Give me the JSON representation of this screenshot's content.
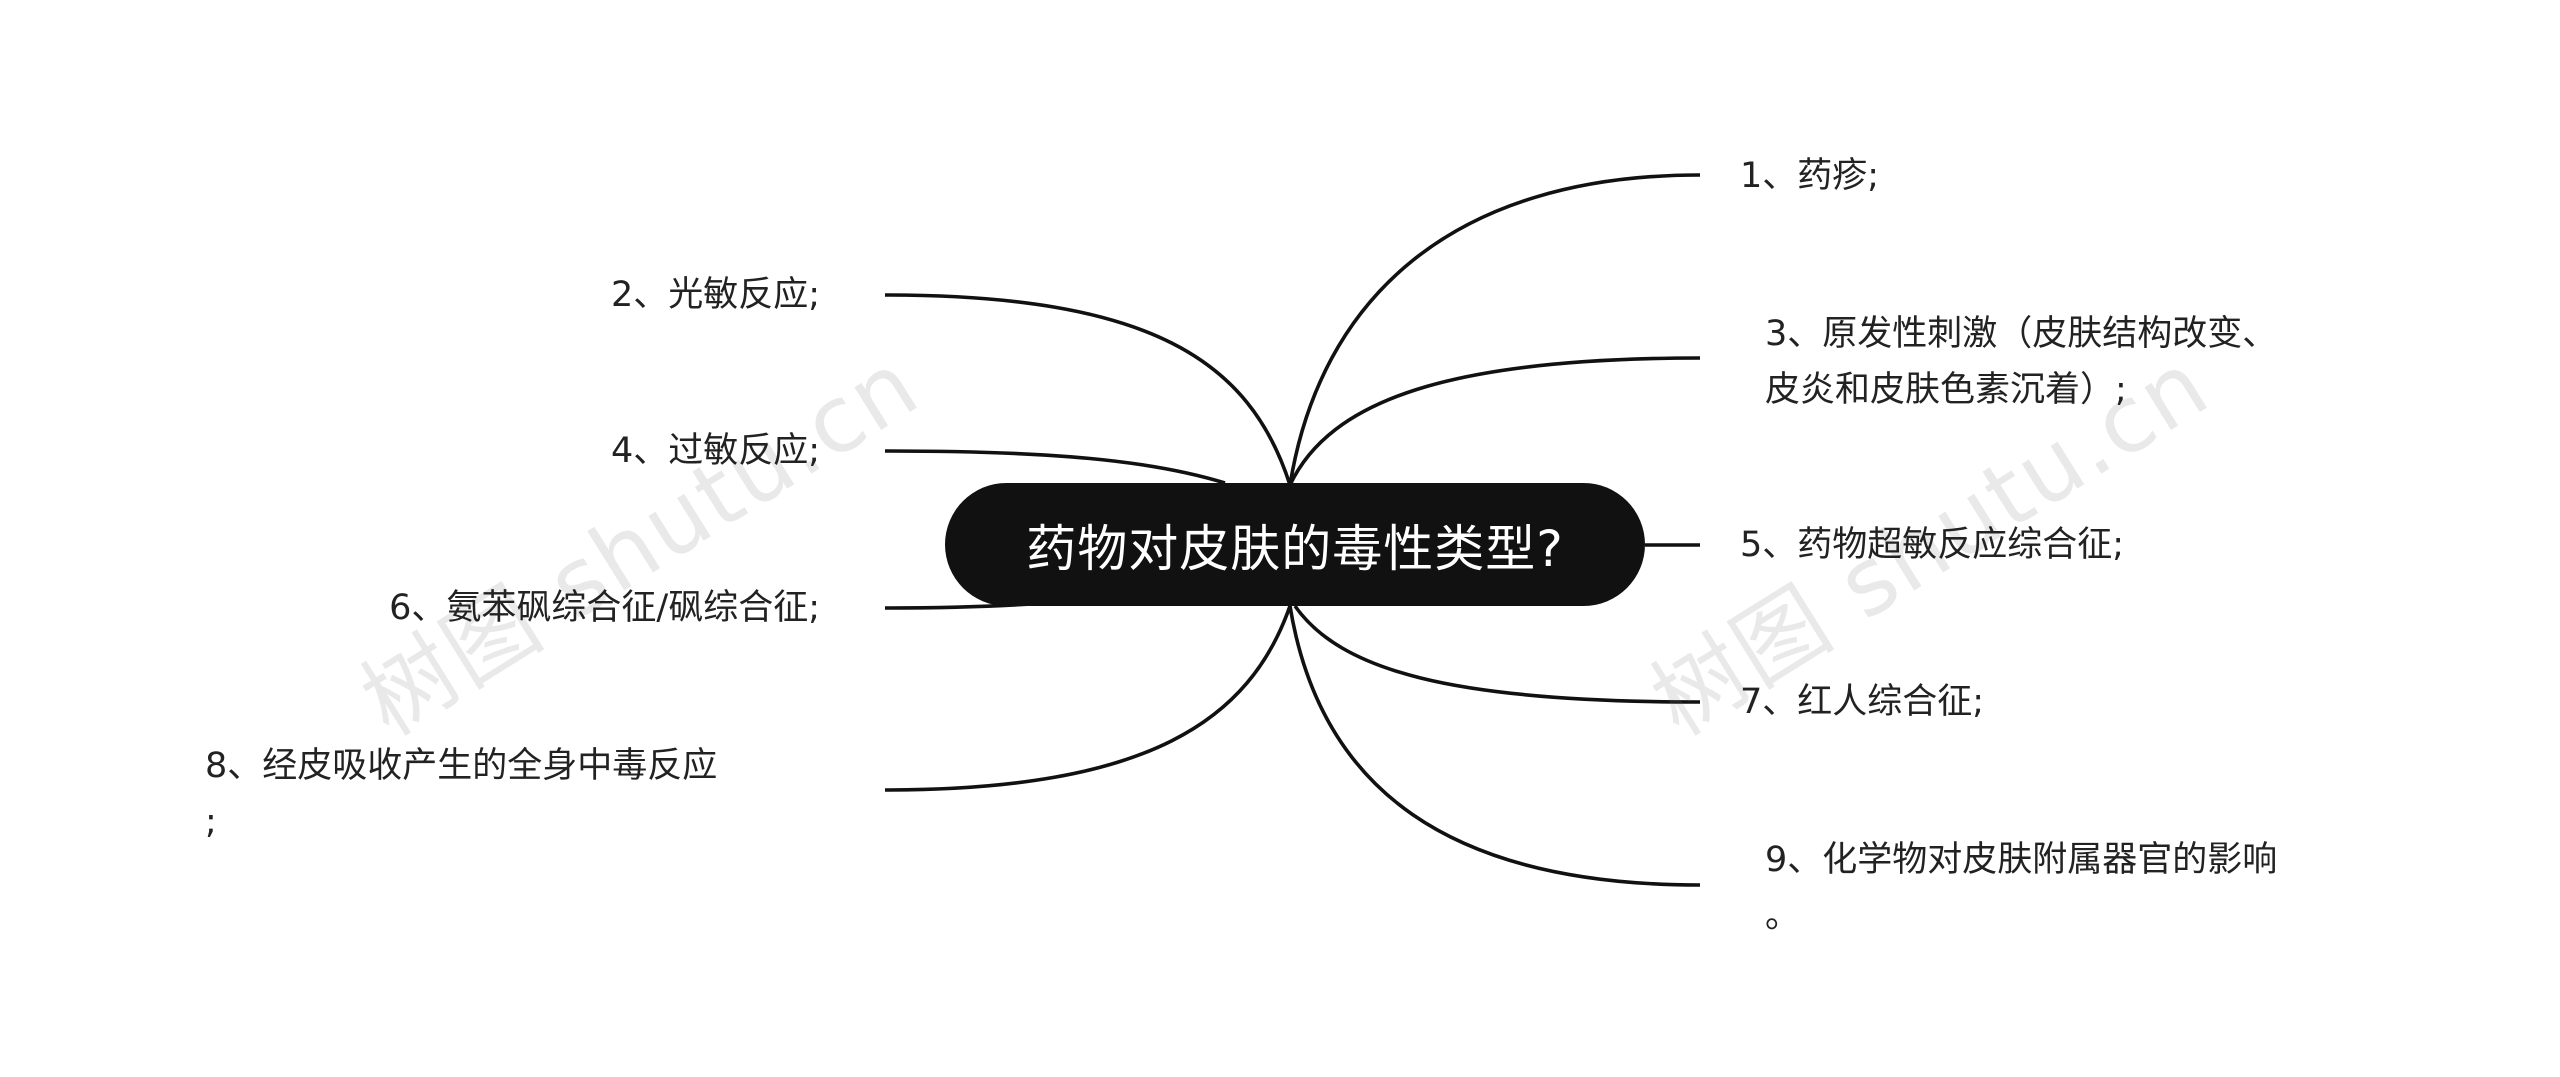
{
  "center": {
    "label": "药物对皮肤的毒性类型?"
  },
  "branches": {
    "r1": {
      "line1": "1、药疹;"
    },
    "r3": {
      "line1": "3、原发性刺激（皮肤结构改变、",
      "line2": "皮炎和皮肤色素沉着）;"
    },
    "r5": {
      "line1": "5、药物超敏反应综合征;"
    },
    "r7": {
      "line1": "7、红人综合征;"
    },
    "r9": {
      "line1": "9、化学物对皮肤附属器官的影响",
      "line2": "。"
    },
    "l2": {
      "line1": "2、光敏反应;"
    },
    "l4": {
      "line1": "4、过敏反应;"
    },
    "l6": {
      "line1": "6、氨苯砜综合征/砜综合征;"
    },
    "l8": {
      "line1": "8、经皮吸收产生的全身中毒反应",
      "line2": ";"
    }
  },
  "watermark": {
    "left": "树图 shutu.cn",
    "right": "树图 shutu.cn"
  },
  "colors": {
    "node_bg": "#111111",
    "node_text": "#ffffff",
    "line": "#111111",
    "text": "#222222"
  }
}
